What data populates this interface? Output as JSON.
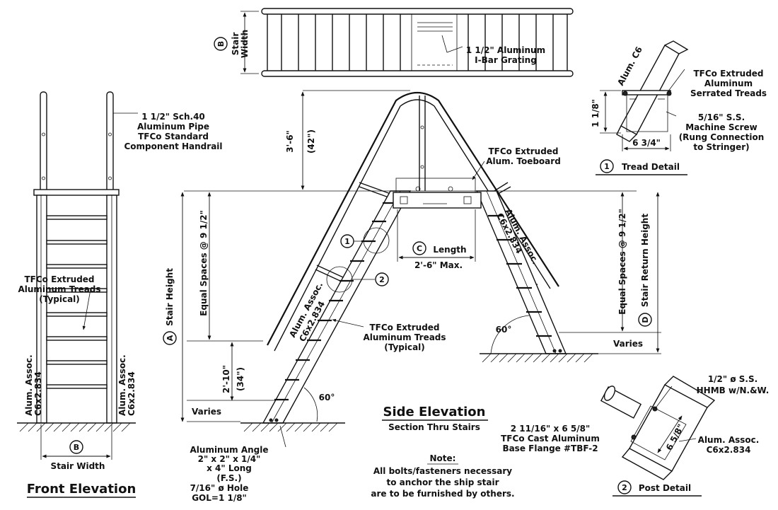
{
  "views": {
    "front_elevation": {
      "title": "Front Elevation",
      "handrail_label": [
        "1 1/2\" Sch.40",
        "Aluminum Pipe",
        "TFCo Standard",
        "Component Handrail"
      ],
      "treads_label": [
        "TFCo Extruded",
        "Aluminum Treads",
        "(Typical)"
      ],
      "stringer_left": [
        "Alum. Assoc.",
        "C6x2.834"
      ],
      "stringer_right": [
        "Alum. Assoc.",
        "C6x2.834"
      ],
      "width_tag": "B",
      "width_label": "Stair Width"
    },
    "top_view": {
      "width_tag": "B",
      "width_label": [
        "Stair",
        "Width"
      ],
      "grating_label": [
        "1 1/2\" Aluminum",
        "I-Bar Grating"
      ]
    },
    "side_elevation": {
      "title": "Side Elevation",
      "subtitle": "Section Thru Stairs",
      "height_3_6": "3'-6\"",
      "height_42": "(42\")",
      "toeboard_label": [
        "TFCo Extruded",
        "Alum. Toeboard"
      ],
      "stair_height_tag": "A",
      "stair_height_label": "Stair Height",
      "equal_spaces_left": "Equal Spaces @ 9 1/2\"",
      "equal_spaces_right": "Equal Spaces @ 9 1/2\"",
      "length_tag": "C",
      "length_label": "Length",
      "length_max": "2'-6\" Max.",
      "stringer_left": [
        "Alum. Assoc.",
        "C6x2.834"
      ],
      "stringer_right": [
        "Alum. Assoc.",
        "C6x2.834"
      ],
      "treads_label": [
        "TFCo Extruded",
        "Aluminum Treads",
        "(Typical)"
      ],
      "detail_ref_1": "1",
      "detail_ref_2": "2",
      "dim_2_10": "2'-10\"",
      "dim_34": "(34\")",
      "varies_left": "Varies",
      "varies_right": "Varies",
      "angle_left": "60°",
      "angle_right": "60°",
      "return_height_tag": "D",
      "return_height_label": "Stair Return Height",
      "angle_label": [
        "Aluminum Angle",
        "2\" x 2\" x 1/4\"",
        "x 4\" Long",
        "(F.S.)",
        "7/16\" ø Hole",
        "GOL=1 1/8\""
      ],
      "flange_label": [
        "2 11/16\" x 6 5/8\"",
        "TFCo Cast Aluminum",
        "Base Flange #TBF-2"
      ],
      "note_title": "Note:",
      "note_text": [
        "All bolts/fasteners necessary",
        "to anchor the ship stair",
        "are to be furnished by others."
      ]
    },
    "tread_detail": {
      "number": "1",
      "title": "Tread Detail",
      "channel_label": "Alum. C6",
      "treads_label": [
        "TFCo Extruded",
        "Aluminum",
        "Serrated Treads"
      ],
      "screw_label": [
        "5/16\" S.S.",
        "Machine Screw",
        "(Rung Connection",
        "to Stringer)"
      ],
      "dim_height": "1 1/8\"",
      "dim_width": "6 3/4\""
    },
    "post_detail": {
      "number": "2",
      "title": "Post Detail",
      "bolt_label": [
        "1/2\" ø S.S.",
        "HHMB w/N.&W."
      ],
      "dim": "6 5/8\"",
      "channel_label": [
        "Alum. Assoc.",
        "C6x2.834"
      ]
    }
  }
}
